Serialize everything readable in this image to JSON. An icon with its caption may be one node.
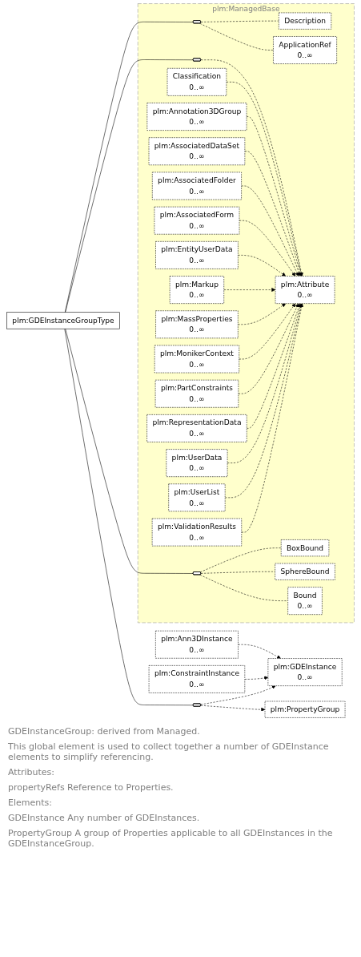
{
  "diagram": {
    "nodes": [
      {
        "text": [
          "plm:GDEInstanceGroupType"
        ],
        "beside": [
          "GDEInstanceGroup: derived from Managed.",
          "This global element is used to collect together a number of GDEInstance elements to simplify referencing.",
          "Attributes:",
          "propertyRefs Reference to Properties.",
          "Elements:",
          "GDEInstance Any number of GDEInstances.",
          "PropertyGroup A group of Properties applicable to all GDEInstances in the GDEInstanceGroup."
        ]
      },
      {
        "text": [
          "plm:ManagedBase"
        ]
      },
      {
        "text": [],
        "shape": "octagon",
        "in": 1
      },
      {
        "text": [
          "Description"
        ],
        "in": 1
      },
      {
        "text": [
          "ApplicationRef",
          "0..∞"
        ],
        "in": 1
      },
      {
        "text": [],
        "shape": "octagon",
        "in": 1
      },
      {
        "text": [
          "plm:Attribute",
          "0..∞"
        ],
        "in": 1
      },
      {
        "text": [
          "Classification",
          "0..∞"
        ],
        "in": 1
      },
      {
        "text": [
          "plm:Annotation3DGroup",
          "0..∞"
        ],
        "in": 1
      },
      {
        "text": [
          "plm:AssociatedDataSet",
          "0..∞"
        ],
        "in": 1
      },
      {
        "text": [
          "plm:AssociatedFolder",
          "0..∞"
        ],
        "in": 1
      },
      {
        "text": [
          "plm:AssociatedForm",
          "0..∞"
        ],
        "in": 1
      },
      {
        "text": [
          "plm:EntityUserData",
          "0..∞"
        ],
        "in": 1
      },
      {
        "text": [
          "plm:Markup",
          "0..∞"
        ],
        "in": 1
      },
      {
        "text": [
          "plm:MassProperties",
          "0..∞"
        ],
        "in": 1
      },
      {
        "text": [
          "plm:MonikerContext",
          "0..∞"
        ],
        "in": 1
      },
      {
        "text": [
          "plm:PartConstraints",
          "0..∞"
        ],
        "in": 1
      },
      {
        "text": [
          "plm:RepresentationData",
          "0..∞"
        ],
        "in": 1
      },
      {
        "text": [
          "plm:UserData",
          "0..∞"
        ],
        "in": 1
      },
      {
        "text": [
          "plm:UserList",
          "0..∞"
        ],
        "in": 1
      },
      {
        "text": [
          "plm:ValidationResults",
          "0..∞"
        ],
        "in": 1
      },
      {
        "text": [],
        "shape": "octagon",
        "in": 1
      },
      {
        "text": [
          "BoxBound"
        ],
        "in": 1
      },
      {
        "text": [
          "SphereBound"
        ],
        "in": 1
      },
      {
        "text": [
          "Bound",
          "0..∞"
        ],
        "in": 1
      },
      {
        "text": [],
        "shape": "octagon"
      },
      {
        "text": [
          "plm:GDEInstance",
          "0..∞"
        ]
      },
      {
        "text": [
          "plm:Ann3DInstance",
          "0..∞"
        ]
      },
      {
        "text": [
          "plm:ConstraintInstance",
          "0..∞"
        ]
      },
      {
        "text": [
          "plm:PropertyGroup"
        ]
      }
    ],
    "edges": [
      {
        "from": 0,
        "to": 2,
        "arrow": "none"
      },
      {
        "from": 0,
        "to": 5,
        "arrow": "none"
      },
      {
        "from": 0,
        "to": 21,
        "arrow": "none"
      },
      {
        "from": 0,
        "to": 25,
        "arrow": "none"
      },
      {
        "from": 2,
        "to": 3,
        "arrow": "none",
        "style": "dashed"
      },
      {
        "from": 2,
        "to": 4,
        "arrow": "none",
        "style": "dashed"
      },
      {
        "from": 5,
        "to": 6,
        "arrow": "to",
        "style": "dashed"
      },
      {
        "from": 7,
        "to": 6,
        "arrow": "to",
        "style": "dashed"
      },
      {
        "from": 8,
        "to": 6,
        "arrow": "to",
        "style": "dashed"
      },
      {
        "from": 9,
        "to": 6,
        "arrow": "to",
        "style": "dashed"
      },
      {
        "from": 10,
        "to": 6,
        "arrow": "to",
        "style": "dashed"
      },
      {
        "from": 11,
        "to": 6,
        "arrow": "to",
        "style": "dashed"
      },
      {
        "from": 12,
        "to": 6,
        "arrow": "to",
        "style": "dashed"
      },
      {
        "from": 13,
        "to": 6,
        "arrow": "to",
        "style": "dashed"
      },
      {
        "from": 14,
        "to": 6,
        "arrow": "to",
        "style": "dashed"
      },
      {
        "from": 15,
        "to": 6,
        "arrow": "to",
        "style": "dashed"
      },
      {
        "from": 16,
        "to": 6,
        "arrow": "to",
        "style": "dashed"
      },
      {
        "from": 17,
        "to": 6,
        "arrow": "to",
        "style": "dashed"
      },
      {
        "from": 18,
        "to": 6,
        "arrow": "to",
        "style": "dashed"
      },
      {
        "from": 19,
        "to": 6,
        "arrow": "to",
        "style": "dashed"
      },
      {
        "from": 20,
        "to": 6,
        "arrow": "to",
        "style": "dashed"
      },
      {
        "from": 21,
        "to": 22,
        "arrow": "none",
        "style": "dashed"
      },
      {
        "from": 21,
        "to": 23,
        "arrow": "none",
        "style": "dashed"
      },
      {
        "from": 21,
        "to": 24,
        "arrow": "none",
        "style": "dashed"
      },
      {
        "from": 25,
        "to": 26,
        "arrow": "to",
        "style": "dashed"
      },
      {
        "from": 27,
        "to": 26,
        "arrow": "to",
        "style": "dashed"
      },
      {
        "from": 28,
        "to": 26,
        "arrow": "to",
        "style": "dashed"
      },
      {
        "from": 25,
        "to": 29,
        "arrow": "to",
        "style": "dashed"
      }
    ]
  }
}
